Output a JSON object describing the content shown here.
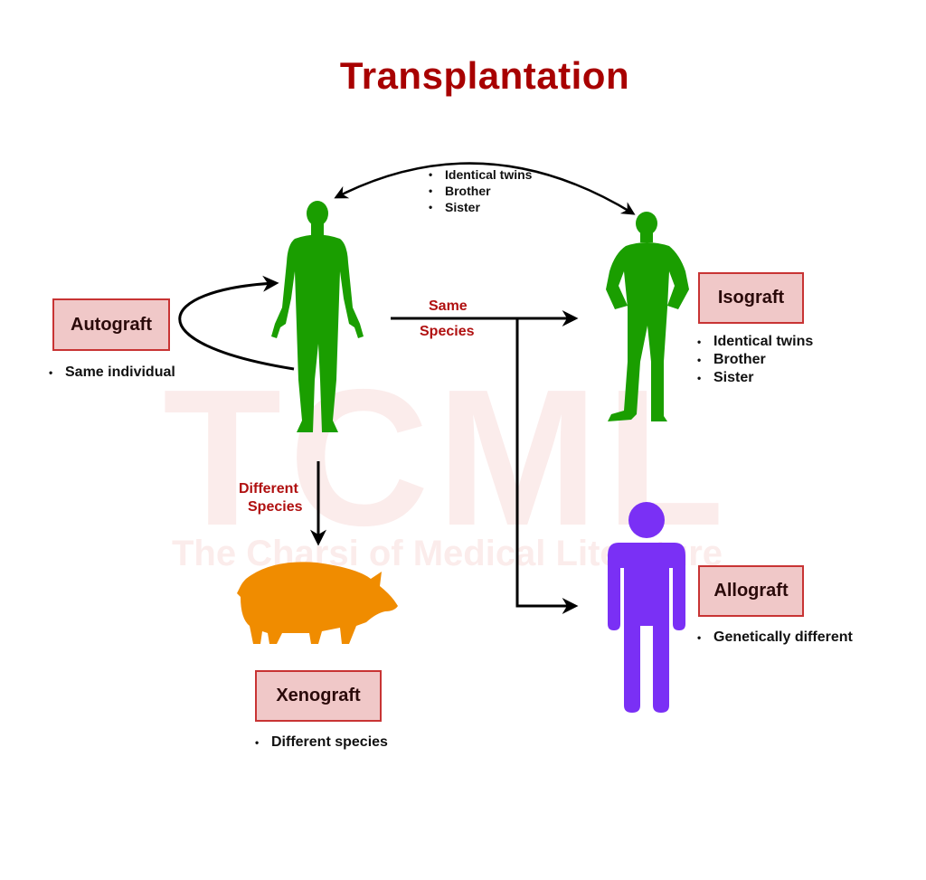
{
  "title": "Transplantation",
  "watermark": {
    "main": "TCML",
    "subtitle": "The Charsi of Medical Literature"
  },
  "colors": {
    "title": "#a80000",
    "box_fill": "#f0c8c8",
    "box_border": "#c83434",
    "human_green": "#1a9e00",
    "pig_orange": "#f08c00",
    "human_purple": "#7a30f5",
    "label_red": "#b01010"
  },
  "top_arc": {
    "bullets": [
      "Identical twins",
      "Brother",
      "Sister"
    ]
  },
  "autograft": {
    "label": "Autograft",
    "bullets": [
      "Same individual"
    ]
  },
  "isograft": {
    "label": "Isograft",
    "bullets": [
      "Identical twins",
      "Brother",
      "Sister"
    ]
  },
  "allograft": {
    "label": "Allograft",
    "bullets": [
      "Genetically different"
    ]
  },
  "xenograft": {
    "label": "Xenograft",
    "bullets": [
      "Different species"
    ]
  },
  "arrow_labels": {
    "same_top": "Same",
    "same_bottom": "Species",
    "different_top": "Different",
    "different_bottom": "Species"
  }
}
